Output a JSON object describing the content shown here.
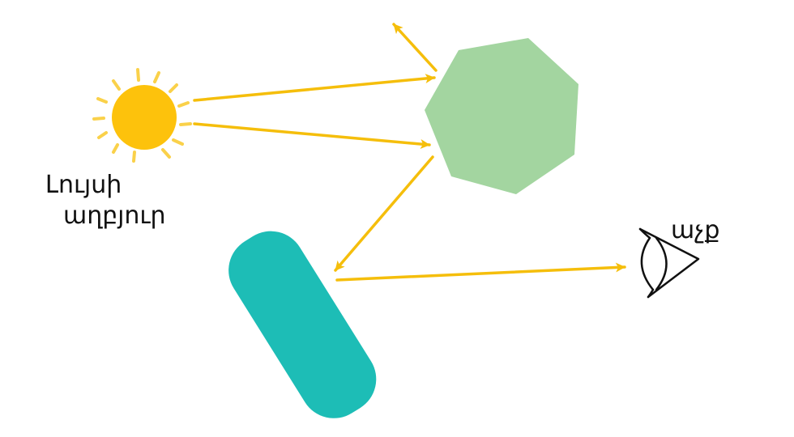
{
  "labels": {
    "source_line1": "Լույսի",
    "source_line2": "աղբյուր",
    "eye": "աչք"
  },
  "colors": {
    "ray": "#F5BE0B",
    "sun": "#FDC20C",
    "sun_rays": "#FAD14A",
    "heptagon": "#A3D5A0",
    "mirror": "#1DBDB6",
    "ink": "#111111"
  },
  "icons": {
    "source": "sun-icon",
    "eye": "eye-icon"
  }
}
